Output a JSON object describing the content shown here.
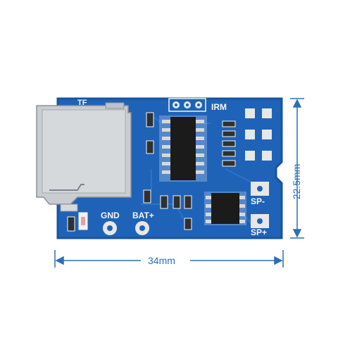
{
  "dimensions": {
    "width": "34mm",
    "height": "22.5mm"
  },
  "silkscreen": {
    "tf": "TF",
    "irm": "IRM",
    "gnd": "GND",
    "bat": "BAT+",
    "sp_minus": "SP-",
    "sp_plus": "SP+"
  },
  "colors": {
    "board": "#1f63b8",
    "board_dark": "#17549f",
    "dimension_lines": "#2d6fb7",
    "sd_slot": "#c9ccd0",
    "chip": "#1b1b1b",
    "pad": "#e7e7e7"
  }
}
